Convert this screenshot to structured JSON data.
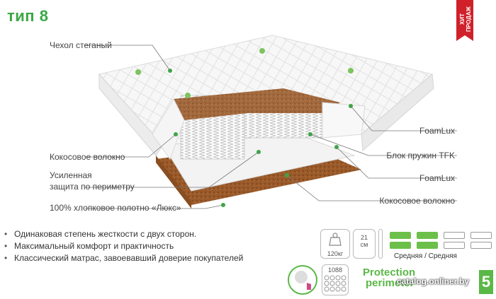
{
  "header": {
    "title": "тип 8",
    "badge": "ХИТ ПРОДАЖ"
  },
  "layers": {
    "cover": "Чехол стеганый",
    "coconut_top": "Кокосовое волокно",
    "perimeter_line1": "Усиленная",
    "perimeter_line2": "защита по периметру",
    "cotton": "100% хлопковое полотно «Люкс»",
    "foam_top": "FoamLux",
    "spring_block": "Блок пружин TFK",
    "foam_bottom": "FoamLux",
    "coconut_bottom": "Кокосовое волокно"
  },
  "features": [
    "Одинаковая степень жесткости с двух сторон.",
    "Максимальный комфорт и практичность",
    "Классический матрас, завоевавший доверие покупателей"
  ],
  "specs": {
    "load": "120кг",
    "height_value": "21",
    "height_unit": "см",
    "firmness": "Средняя / Средняя",
    "firmness_side_a": 2,
    "firmness_side_b": 2,
    "firmness_max": 4,
    "springs": "1088",
    "protection_line1": "Protection",
    "protection_line2": "perimeter",
    "warranty_years": "5"
  },
  "watermark": "catalog.onliner.by",
  "colors": {
    "accent_green": "#3aa845",
    "badge_red": "#d0202a",
    "coconut_brown": "#9a5a2a"
  }
}
